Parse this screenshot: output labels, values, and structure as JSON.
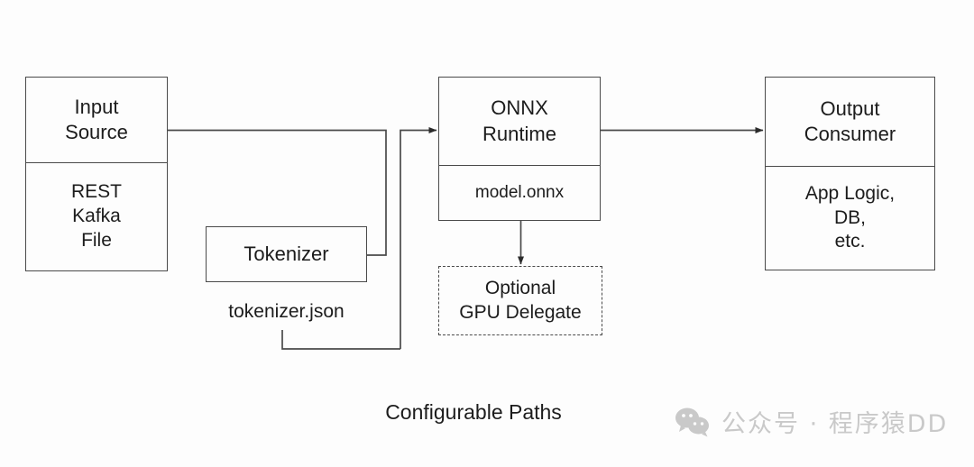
{
  "diagram": {
    "caption": "Configurable Paths",
    "nodes": {
      "input_source": {
        "title": "Input\nSource",
        "detail": "REST\nKafka\nFile"
      },
      "tokenizer": {
        "title": "Tokenizer",
        "file_label": "tokenizer.json"
      },
      "onnx_runtime": {
        "title": "ONNX\nRuntime",
        "detail": "model.onnx"
      },
      "gpu_delegate": {
        "title": "Optional\nGPU Delegate"
      },
      "output_consumer": {
        "title": "Output\nConsumer",
        "detail": "App Logic,\nDB,\netc."
      }
    },
    "colors": {
      "background": "#fdfdfd",
      "stroke": "#4a4a4a",
      "text": "#1c1c1c",
      "watermark": "#c9c9c9"
    }
  },
  "watermark": {
    "icon": "wechat-icon",
    "text": "公众号 · 程序猿DD"
  }
}
